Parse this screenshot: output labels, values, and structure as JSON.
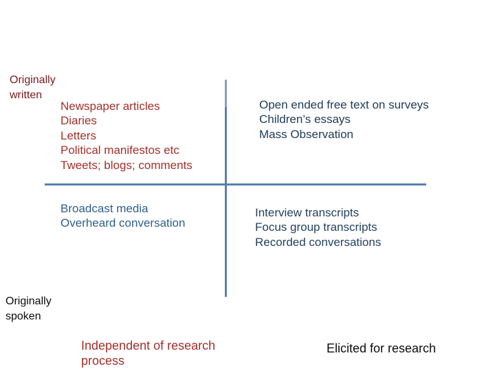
{
  "slide": {
    "type": "quadrant-diagram",
    "background_color": "#ffffff"
  },
  "colors": {
    "axis_line": "#5880AE",
    "written_label_text": "#7A191D",
    "red_text": "#A42F2B",
    "top_right_text": "#1E3A57",
    "bottom_left_text": "#2F5F89",
    "bottom_right_text": "#24425F",
    "black_text": "#0B0B0B"
  },
  "axes": {
    "vertical_top_label": "Originally\n written",
    "vertical_bottom_label": "Originally\nspoken",
    "horizontal_left_label": "Independent of research process",
    "horizontal_right_label": "Elicited for research"
  },
  "quadrants": {
    "top_left": {
      "items": [
        "Newspaper articles",
        "Diaries",
        "Letters",
        "Political manifestos etc",
        "Tweets; blogs; comments"
      ]
    },
    "top_right": {
      "items": [
        "Open ended free text on surveys",
        "Children’s essays",
        "Mass Observation"
      ]
    },
    "bottom_left": {
      "items": [
        "Broadcast media",
        "Overheard conversation"
      ]
    },
    "bottom_right": {
      "items": [
        "Interview transcripts",
        "Focus group transcripts",
        "Recorded conversations"
      ]
    }
  }
}
